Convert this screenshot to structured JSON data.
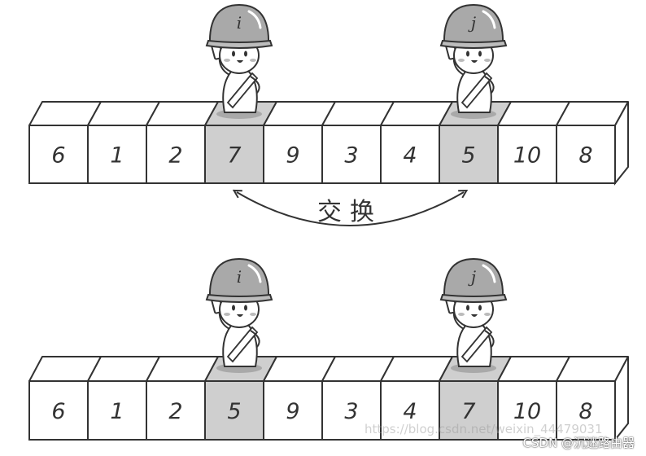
{
  "diagram": {
    "colors": {
      "stroke": "#333333",
      "cell_fill": "#ffffff",
      "highlight_fill": "#cfcfcf",
      "helmet_fill": "#a9a9a9"
    },
    "before": {
      "values": [
        "6",
        "1",
        "2",
        "7",
        "9",
        "3",
        "4",
        "5",
        "10",
        "8"
      ],
      "highlighted_indices": [
        3,
        7
      ]
    },
    "after": {
      "values": [
        "6",
        "1",
        "2",
        "5",
        "9",
        "3",
        "4",
        "7",
        "10",
        "8"
      ],
      "highlighted_indices": [
        3,
        7
      ]
    },
    "pointers": [
      {
        "letter": "i",
        "cell_index": 3
      },
      {
        "letter": "j",
        "cell_index": 7
      }
    ],
    "swap_label": "交换",
    "arrow": "double-headed-curved-arrow"
  },
  "watermark": "https://blog.csdn.net/weixin_44479031",
  "credit": "CSDN @沉迷路由器"
}
